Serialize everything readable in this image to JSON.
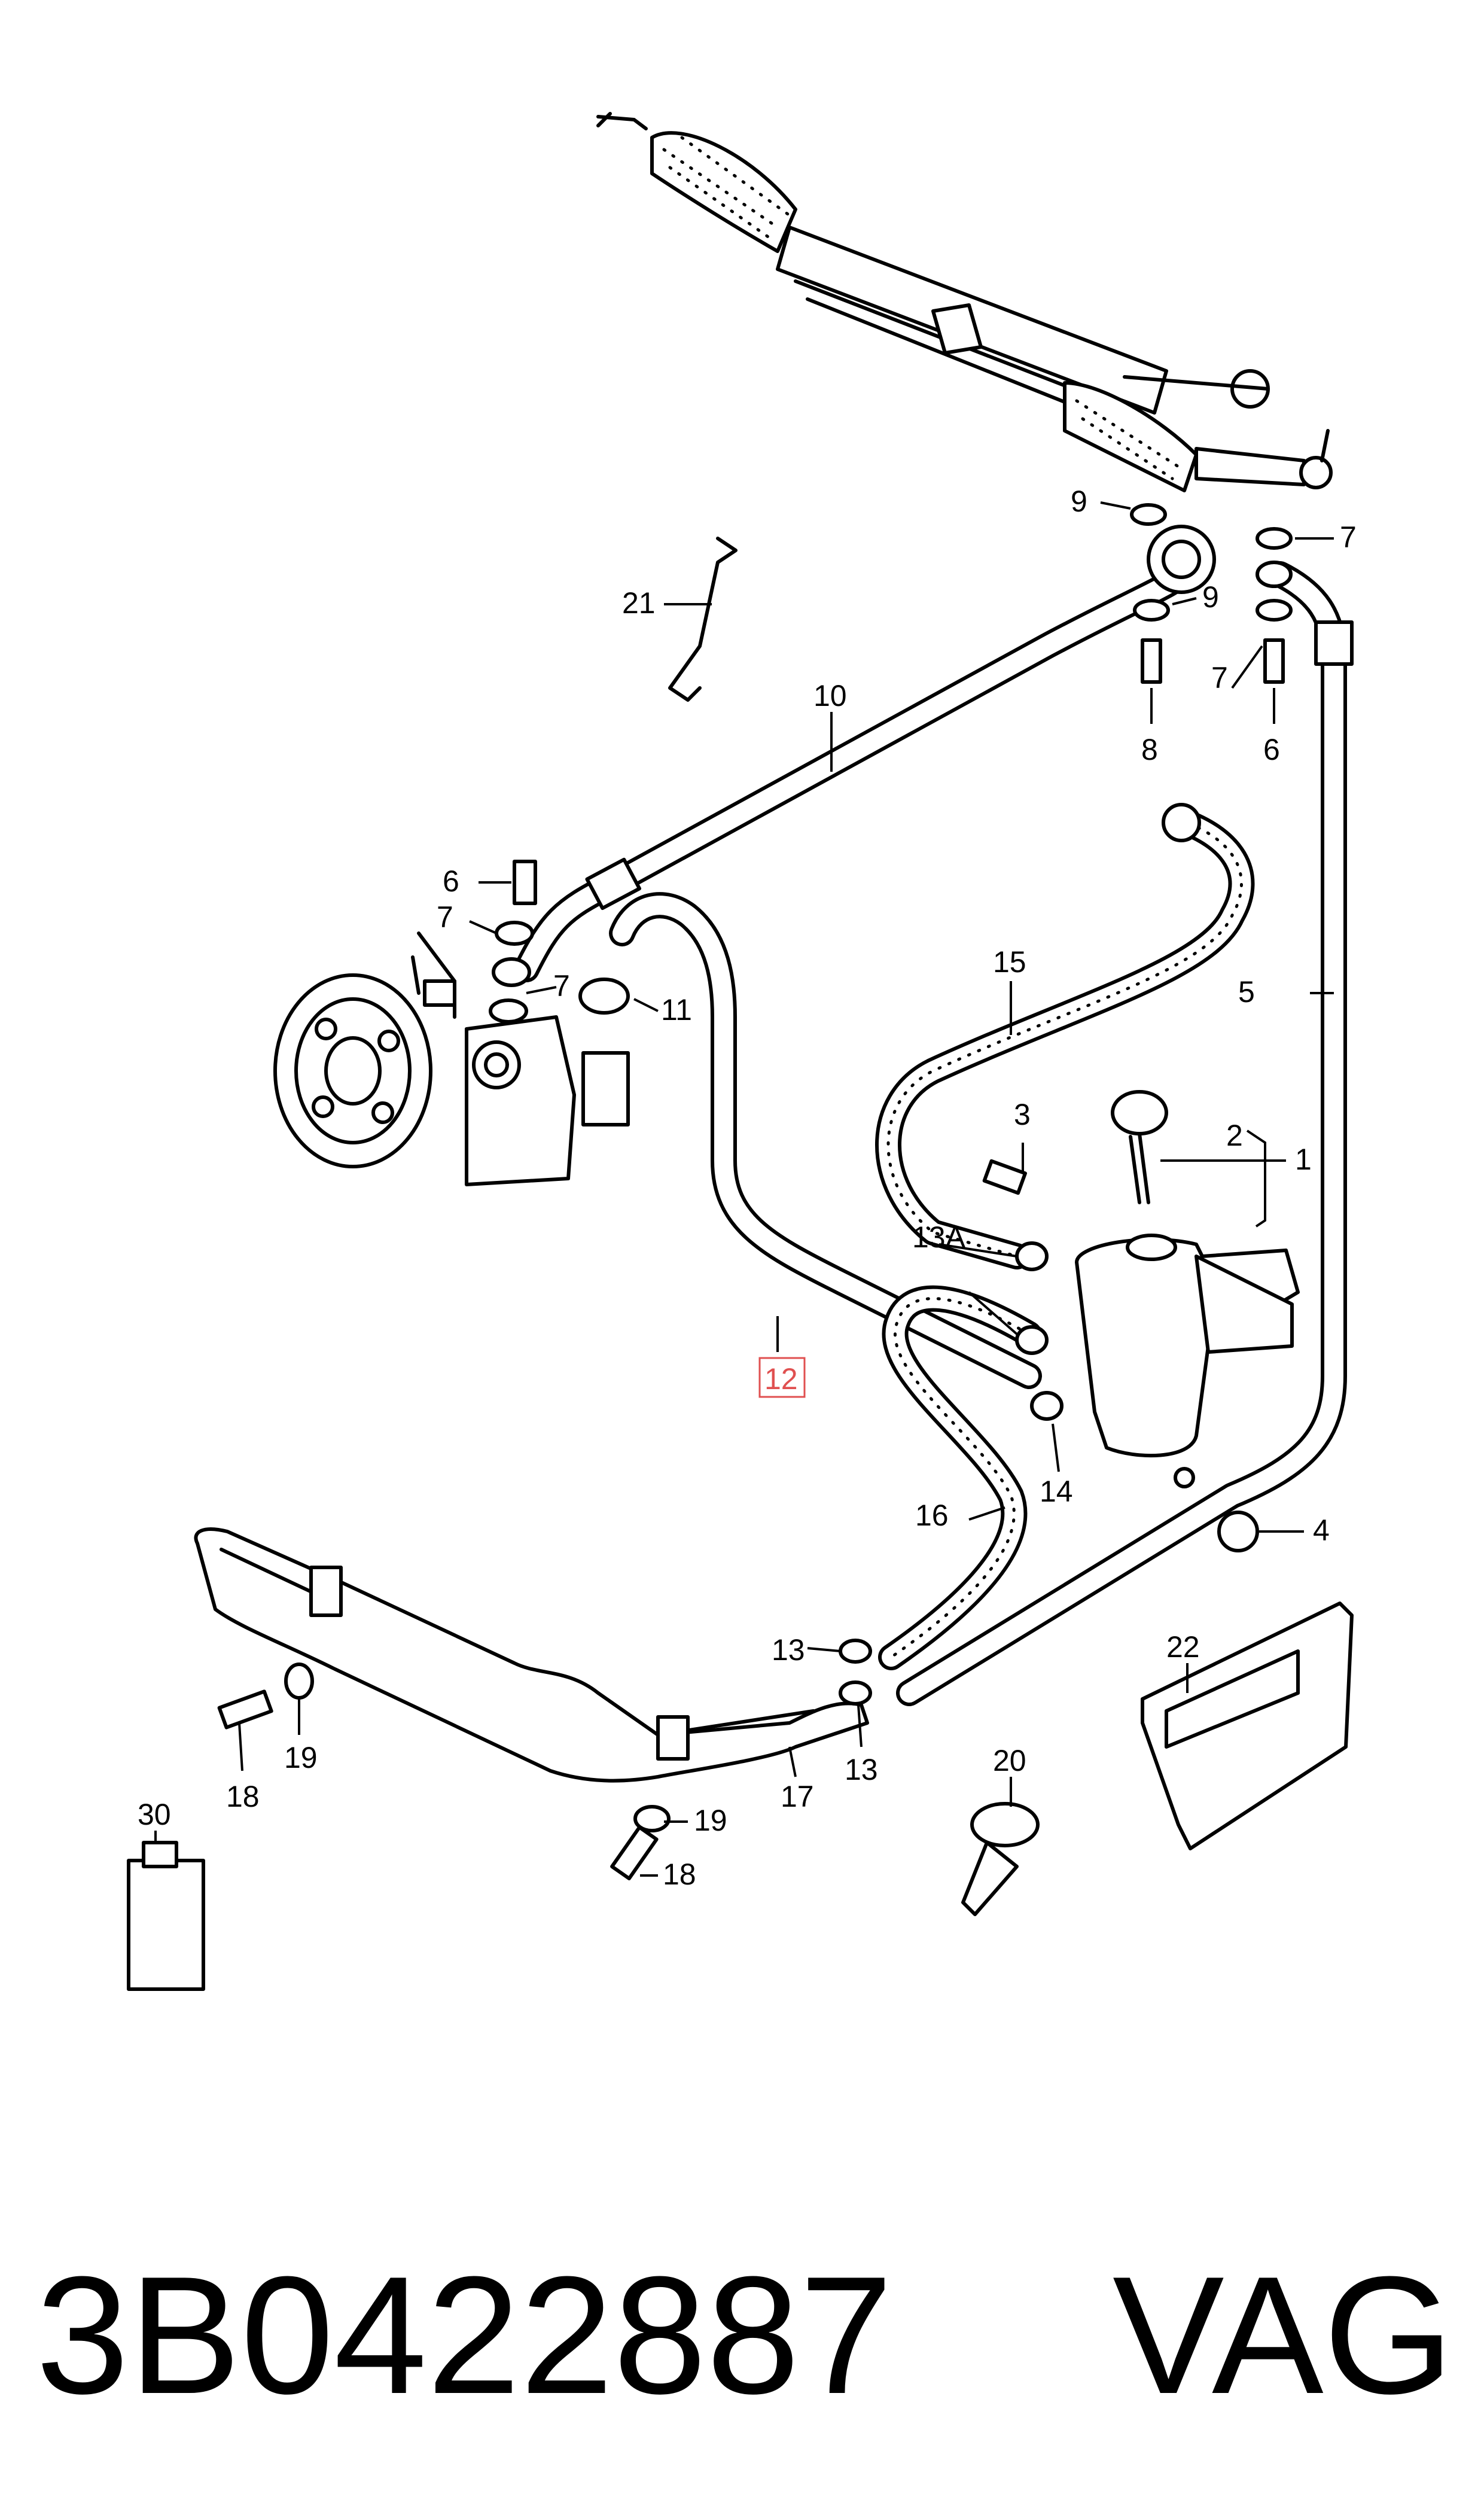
{
  "callouts": {
    "c1": "1",
    "c2": "2",
    "c3": "3",
    "c4": "4",
    "c5": "5",
    "c6a": "6",
    "c6b": "6",
    "c7a": "7",
    "c7b": "7",
    "c7c": "7",
    "c7d": "7",
    "c8": "8",
    "c9a": "9",
    "c9b": "9",
    "c10": "10",
    "c11": "11",
    "c12": "12",
    "c13a": "13",
    "c13b": "13",
    "c13A": "13A",
    "c14": "14",
    "c15": "15",
    "c16": "16",
    "c17": "17",
    "c18a": "18",
    "c18b": "18",
    "c19a": "19",
    "c19b": "19",
    "c20": "20",
    "c21": "21",
    "c22": "22",
    "c30": "30"
  },
  "highlight_color": "#e05050",
  "footer": {
    "part_number": "3B0422887",
    "brand": "VAG"
  }
}
